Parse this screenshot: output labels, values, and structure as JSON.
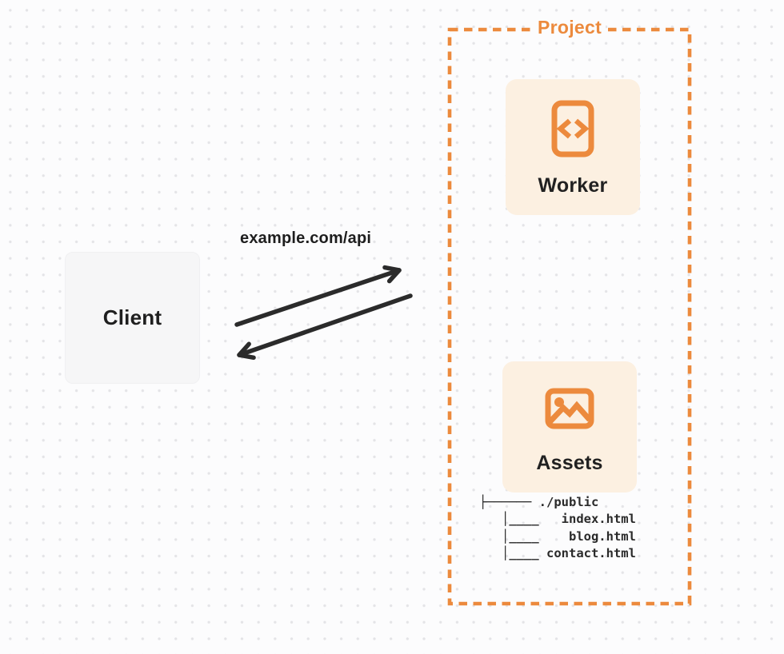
{
  "colors": {
    "orange": "#EC8A3D",
    "card_fill": "#FCF0E1",
    "client_fill": "#F6F6F7",
    "text_dark": "#1F1F1F",
    "arrow": "#2B2B2B",
    "grid_dot": "#E4E4E7",
    "background": "#FCFCFD"
  },
  "client": {
    "label": "Client"
  },
  "request": {
    "label": "example.com/api"
  },
  "project": {
    "label": "Project",
    "worker": {
      "label": "Worker",
      "icon": "code-file-icon"
    },
    "assets": {
      "label": "Assets",
      "icon": "image-icon"
    },
    "file_tree": {
      "lines": [
        "├────── ./public",
        "   │____   index.html",
        "   │____    blog.html",
        "   │____ contact.html"
      ]
    }
  }
}
